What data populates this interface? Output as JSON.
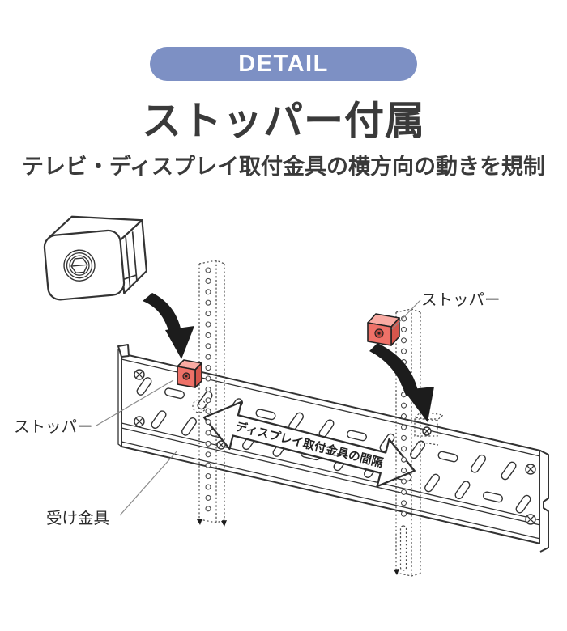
{
  "badge": {
    "label": "DETAIL",
    "bg_color": "#7d90c4",
    "text_color": "#ffffff"
  },
  "heading": {
    "title": "ストッパー付属",
    "subtitle": "テレビ・ディスプレイ取付金具の横方向の動きを規制",
    "text_color": "#3a3a3a"
  },
  "diagram": {
    "labels": {
      "stopper_right": "ストッパー",
      "stopper_left": "ストッパー",
      "receiver_bracket": "受け金具",
      "spacing_arrow": "ディスプレイ取付金具の間隔"
    },
    "colors": {
      "stopper_front": "#ee7168",
      "stopper_top": "#f9aba3",
      "stopper_side": "#d6564c",
      "line_art": "#333333"
    }
  }
}
